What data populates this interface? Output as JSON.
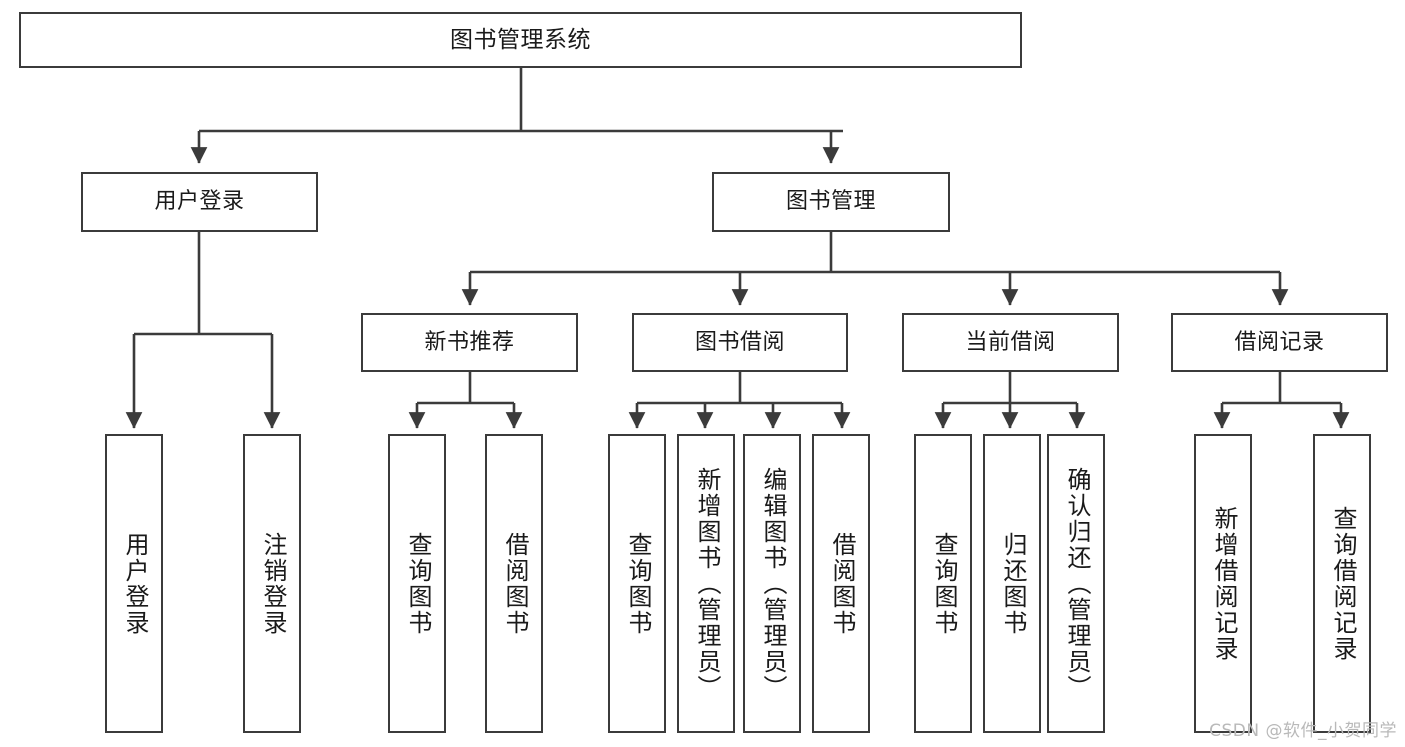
{
  "diagram": {
    "title": "图书管理系统",
    "watermark": "CSDN @软件_小贺同学",
    "colors": {
      "border": "#3b3b3b",
      "background": "#ffffff",
      "text": "#1a1a1a",
      "watermark": "#b9b9b9"
    },
    "root": {
      "label": "图书管理系统"
    },
    "level2": [
      {
        "label": "用户登录"
      },
      {
        "label": "图书管理"
      }
    ],
    "level3": [
      {
        "label": "新书推荐"
      },
      {
        "label": "图书借阅"
      },
      {
        "label": "当前借阅"
      },
      {
        "label": "借阅记录"
      }
    ],
    "leaves": {
      "user_login": [
        {
          "label": "用户登录"
        },
        {
          "label": "注销登录"
        }
      ],
      "new_book": [
        {
          "label": "查询图书"
        },
        {
          "label": "借阅图书"
        }
      ],
      "book_borrow": [
        {
          "label": "查询图书"
        },
        {
          "label": "新增图书（管理员）"
        },
        {
          "label": "编辑图书（管理员）"
        },
        {
          "label": "借阅图书"
        }
      ],
      "current_borrow": [
        {
          "label": "查询图书"
        },
        {
          "label": "归还图书"
        },
        {
          "label": "确认归还（管理员）"
        }
      ],
      "borrow_record": [
        {
          "label": "新增借阅记录"
        },
        {
          "label": "查询借阅记录"
        }
      ]
    }
  }
}
